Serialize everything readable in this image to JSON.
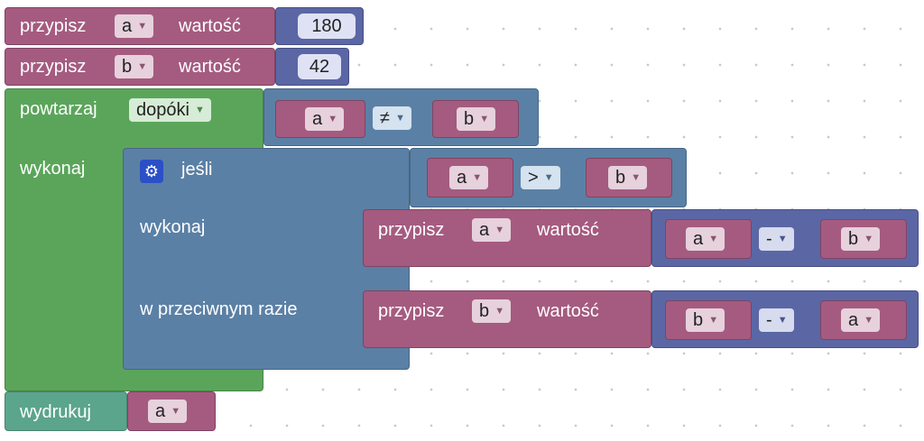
{
  "program": {
    "assign1": {
      "verb": "przypisz",
      "var": "a",
      "word": "wartość",
      "value": "180"
    },
    "assign2": {
      "verb": "przypisz",
      "var": "b",
      "word": "wartość",
      "value": "42"
    },
    "loop": {
      "label": "powtarzaj",
      "mode": "dopóki",
      "do_label": "wykonaj",
      "cond": {
        "left": "a",
        "op": "≠",
        "right": "b"
      }
    },
    "if_block": {
      "label": "jeśli",
      "cond": {
        "left": "a",
        "op": ">",
        "right": "b"
      },
      "do_label": "wykonaj",
      "else_label": "w przeciwnym razie",
      "then": {
        "verb": "przypisz",
        "var": "a",
        "word": "wartość",
        "left": "a",
        "op": "-",
        "right": "b"
      },
      "else": {
        "verb": "przypisz",
        "var": "b",
        "word": "wartość",
        "left": "b",
        "op": "-",
        "right": "a"
      }
    },
    "print": {
      "label": "wydrukuj",
      "var": "a"
    }
  },
  "icons": {
    "dropdown": "▼",
    "settings": "gear-icon"
  },
  "colors": {
    "variables": "#a55b80",
    "loops": "#5ba55b",
    "logic": "#5b80a5",
    "math": "#5b67a5",
    "text": "#5ba58c"
  }
}
